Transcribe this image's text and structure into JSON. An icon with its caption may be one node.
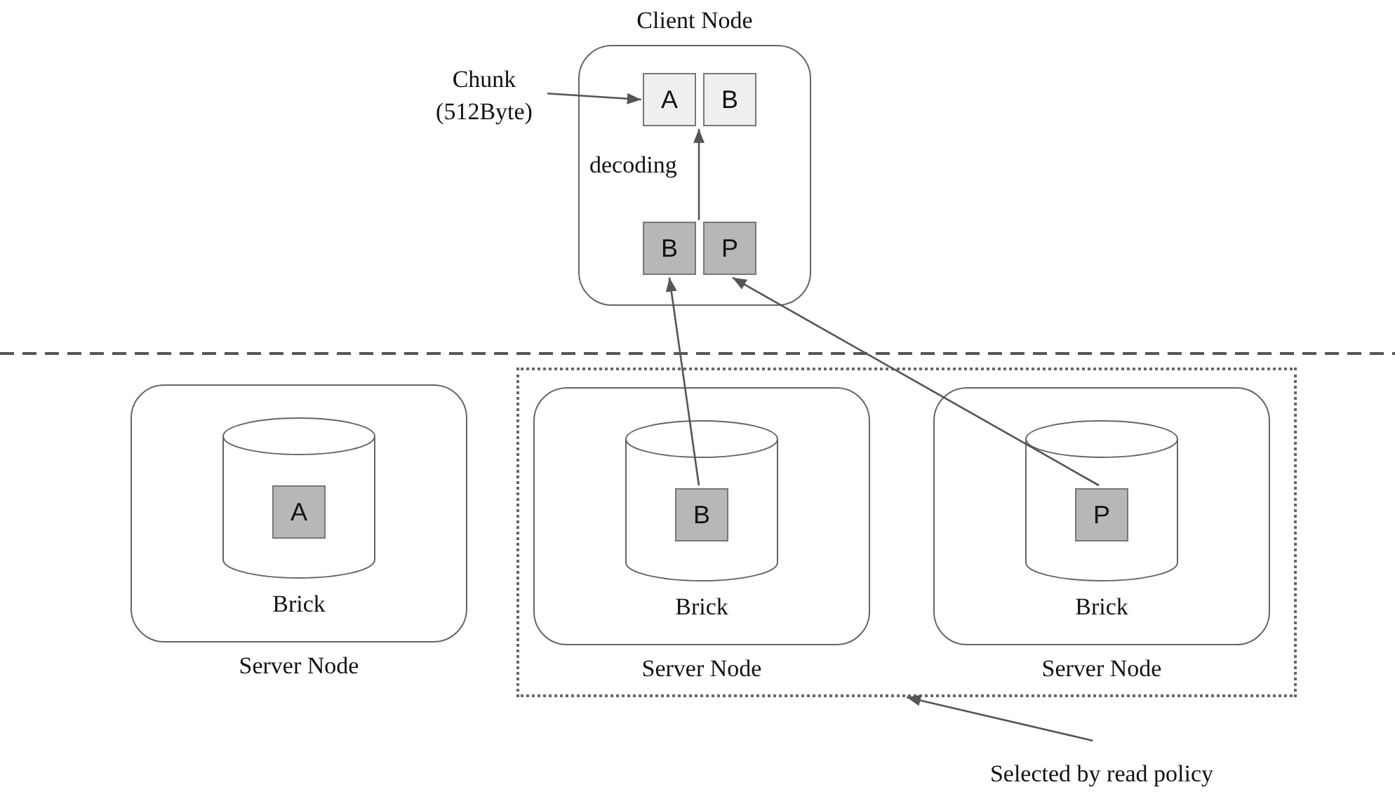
{
  "diagram": {
    "nodes": [
      {
        "text": [
          "Client Node"
        ]
      },
      {
        "text": [
          "A"
        ],
        "in": 0
      },
      {
        "text": [
          "B"
        ],
        "in": 0
      },
      {
        "text": [
          "B"
        ],
        "in": 0
      },
      {
        "text": [
          "P"
        ],
        "in": 0
      },
      {
        "text": [
          "Chunk (512Byte)"
        ]
      },
      {
        "text": [
          "Server Node"
        ]
      },
      {
        "text": [
          "Brick"
        ],
        "in": 6
      },
      {
        "text": [
          "A"
        ],
        "in": 7
      },
      {
        "text": [],
        "shape": "box"
      },
      {
        "text": [
          "Server Node"
        ],
        "in": 9
      },
      {
        "text": [
          "Brick"
        ],
        "in": 10
      },
      {
        "text": [
          "B"
        ],
        "in": 11
      },
      {
        "text": [
          "Server Node"
        ],
        "in": 9
      },
      {
        "text": [
          "Brick"
        ],
        "in": 13
      },
      {
        "text": [
          "P"
        ],
        "in": 14
      },
      {
        "text": [
          "Selected by read policy"
        ]
      }
    ],
    "edges": [
      {
        "from": 5,
        "to": 1,
        "arrow": "to"
      },
      {
        "from": 3,
        "to": 1,
        "arrow": "to",
        "label": "decoding"
      },
      {
        "from": 12,
        "to": 3,
        "arrow": "to"
      },
      {
        "from": 15,
        "to": 4,
        "arrow": "to"
      },
      {
        "from": 16,
        "to": 9,
        "arrow": "to"
      }
    ]
  }
}
